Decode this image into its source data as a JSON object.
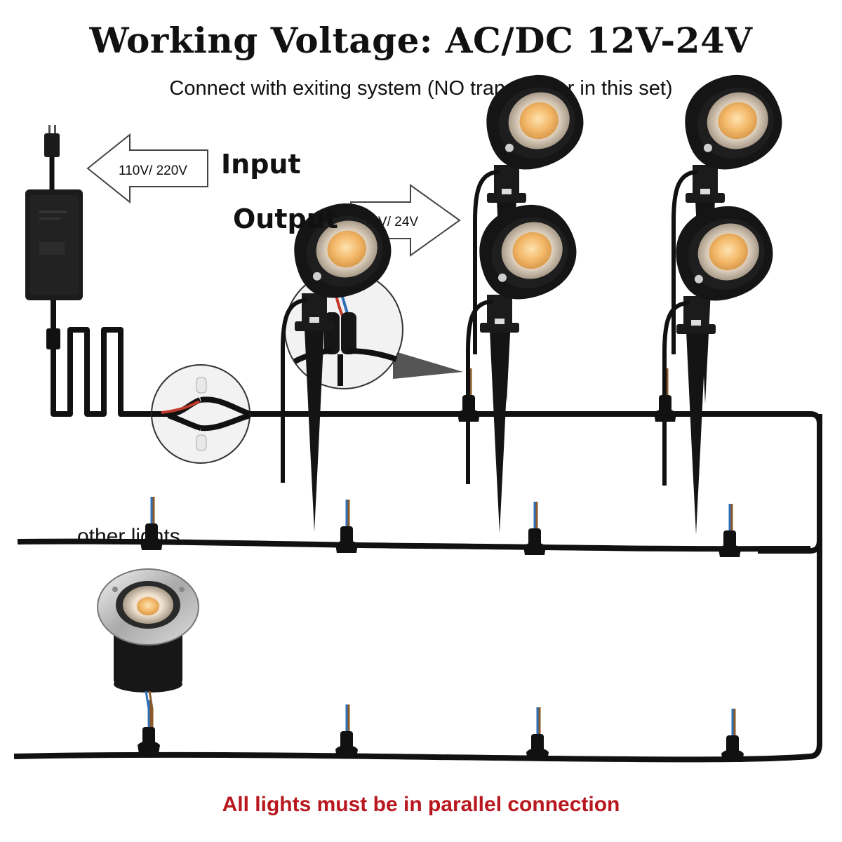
{
  "title": "Working Voltage: AC/DC 12V-24V",
  "subtitle": "Connect with exiting system (NO transformer in this set)",
  "input_arrow_text": "110V/ 220V",
  "input_label": "Input",
  "output_label": "Output",
  "output_arrow_text": "12V/ 24V",
  "other_lights_label": "other lights",
  "footer_note": "All lights must be in parallel connection",
  "colors": {
    "footer_text": "#b8171d",
    "cable": "#111111",
    "lamp_body": "#151515",
    "led_warm": "#f3b768",
    "wire_red": "#c0392b",
    "wire_blue": "#2f6fb5"
  },
  "icons": [
    "power-adapter-icon",
    "plug-icon",
    "connector-detail-icon",
    "splice-detail-icon",
    "spotlight-icon",
    "inground-light-icon",
    "arrow-left-icon",
    "arrow-right-icon"
  ]
}
